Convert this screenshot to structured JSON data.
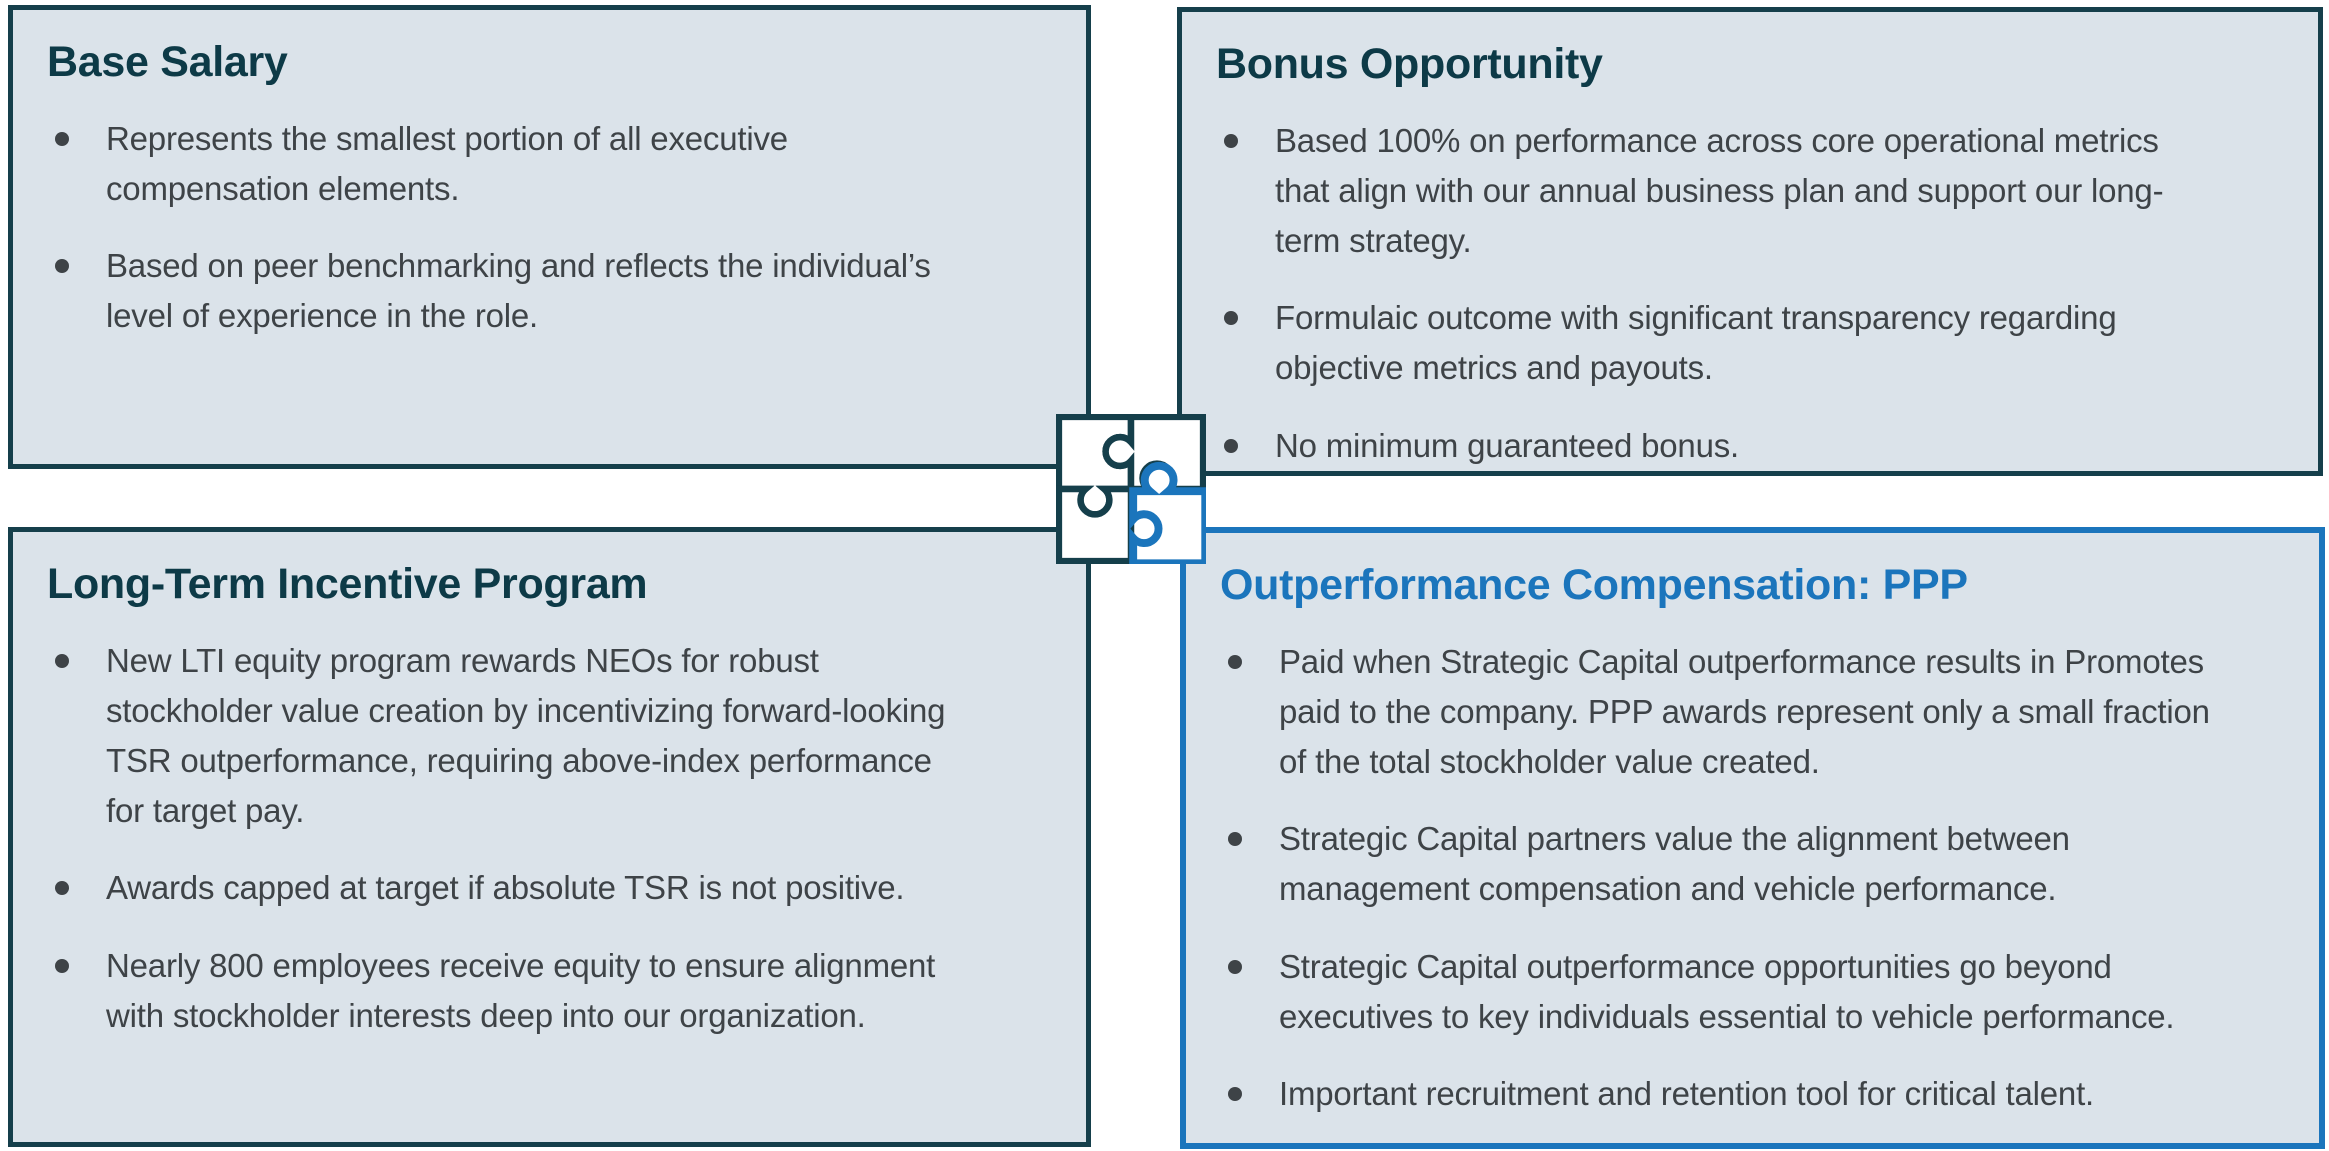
{
  "slide": {
    "background": "#ffffff",
    "colors": {
      "panel_bg": "#dbe3ea",
      "teal_border": "#153f4b",
      "teal_title": "#0d3a47",
      "blue_accent": "#1b75bc",
      "body_text": "#3e4347"
    }
  },
  "panels": [
    {
      "id": "base-salary",
      "title": "Base Salary",
      "accent": "teal",
      "bullets": [
        "Represents the smallest portion of all executive\ncompensation elements.",
        "Based on peer benchmarking and reflects the individual’s\nlevel of experience in the role."
      ]
    },
    {
      "id": "bonus-opportunity",
      "title": "Bonus Opportunity",
      "accent": "teal",
      "bullets": [
        "Based 100% on performance across core operational metrics\nthat align with our annual business plan and support our long-\nterm strategy.",
        "Formulaic outcome with significant transparency regarding\nobjective metrics and payouts.",
        "No minimum guaranteed bonus."
      ]
    },
    {
      "id": "long-term-incentive-program",
      "title": "Long-Term Incentive Program",
      "accent": "teal",
      "bullets": [
        "New LTI equity program rewards NEOs for robust\nstockholder value creation by incentivizing forward-looking\nTSR outperformance, requiring above-index performance\nfor target pay.",
        "Awards capped at target if absolute TSR is not positive.",
        "Nearly 800 employees receive equity to ensure alignment\nwith stockholder interests deep into our organization."
      ]
    },
    {
      "id": "outperformance-compensation-ppp",
      "title": "Outperformance Compensation: PPP",
      "accent": "blue",
      "bullets": [
        "Paid when Strategic Capital outperformance results in Promotes\npaid to the company. PPP awards represent only a small fraction\nof the total stockholder value created.",
        "Strategic Capital partners value the alignment between\nmanagement compensation and vehicle performance.",
        "Strategic Capital outperformance opportunities go beyond\nexecutives to key individuals essential to vehicle performance.",
        "Important recruitment and retention tool for critical talent."
      ]
    }
  ],
  "center_icon": {
    "name": "puzzle-icon",
    "pieces_teal": 3,
    "pieces_blue": 1
  }
}
